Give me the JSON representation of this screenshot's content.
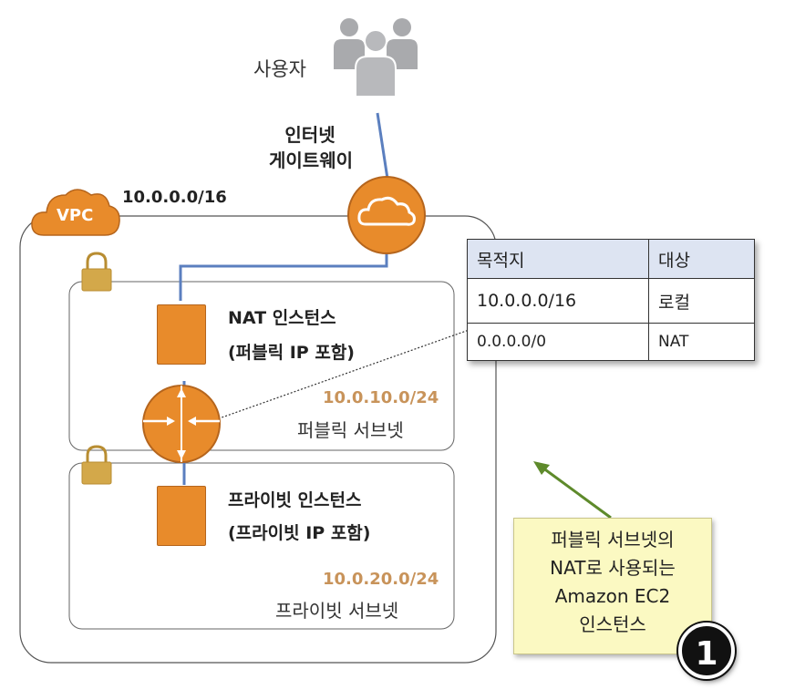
{
  "users": {
    "label": "사용자",
    "icon": "users-group-icon"
  },
  "igw": {
    "title_line1": "인터넷",
    "title_line2": "게이트웨이",
    "icon": "cloud-icon"
  },
  "vpc": {
    "badge": "VPC",
    "cidr": "10.0.0.0/16"
  },
  "public_subnet": {
    "instance_title": "NAT 인스턴스",
    "instance_sub": "(퍼블릭 IP 포함)",
    "cidr": "10.0.10.0/24",
    "name": "퍼블릭 서브넷"
  },
  "private_subnet": {
    "instance_title": "프라이빗 인스턴스",
    "instance_sub": "(프라이빗 IP 포함)",
    "cidr": "10.0.20.0/24",
    "name": "프라이빗 서브넷"
  },
  "route_table": {
    "headers": [
      "목적지",
      "대상"
    ],
    "rows": [
      [
        "10.0.0.0/16",
        "로컬"
      ],
      [
        "0.0.0.0/0",
        "NAT"
      ]
    ]
  },
  "callout": {
    "lines": [
      "퍼블릭 서브넷의",
      "NAT로 사용되는",
      "Amazon EC2",
      "인스턴스"
    ],
    "number": "1"
  },
  "colors": {
    "orange": "#e88b2b",
    "line_blue": "#5b7fbf",
    "cidr_text": "#c8935a",
    "table_header": "#dde4f2",
    "note_bg": "#fbf9c2",
    "arrow_green": "#5e8a2b",
    "lock": "#d3a84a"
  }
}
